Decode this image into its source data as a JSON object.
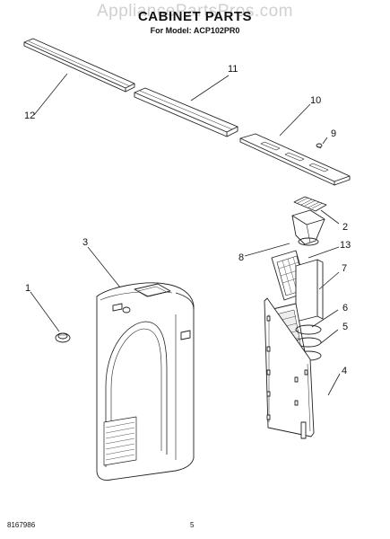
{
  "watermark": "AppliancePartsPros.com",
  "title": "CABINET PARTS",
  "subtitle": "For Model: ACP102PR0",
  "callouts": [
    "1",
    "2",
    "3",
    "4",
    "5",
    "6",
    "7",
    "8",
    "9",
    "10",
    "11",
    "12",
    "13"
  ],
  "footer": {
    "doc_number": "8167986",
    "page_number": "5"
  }
}
